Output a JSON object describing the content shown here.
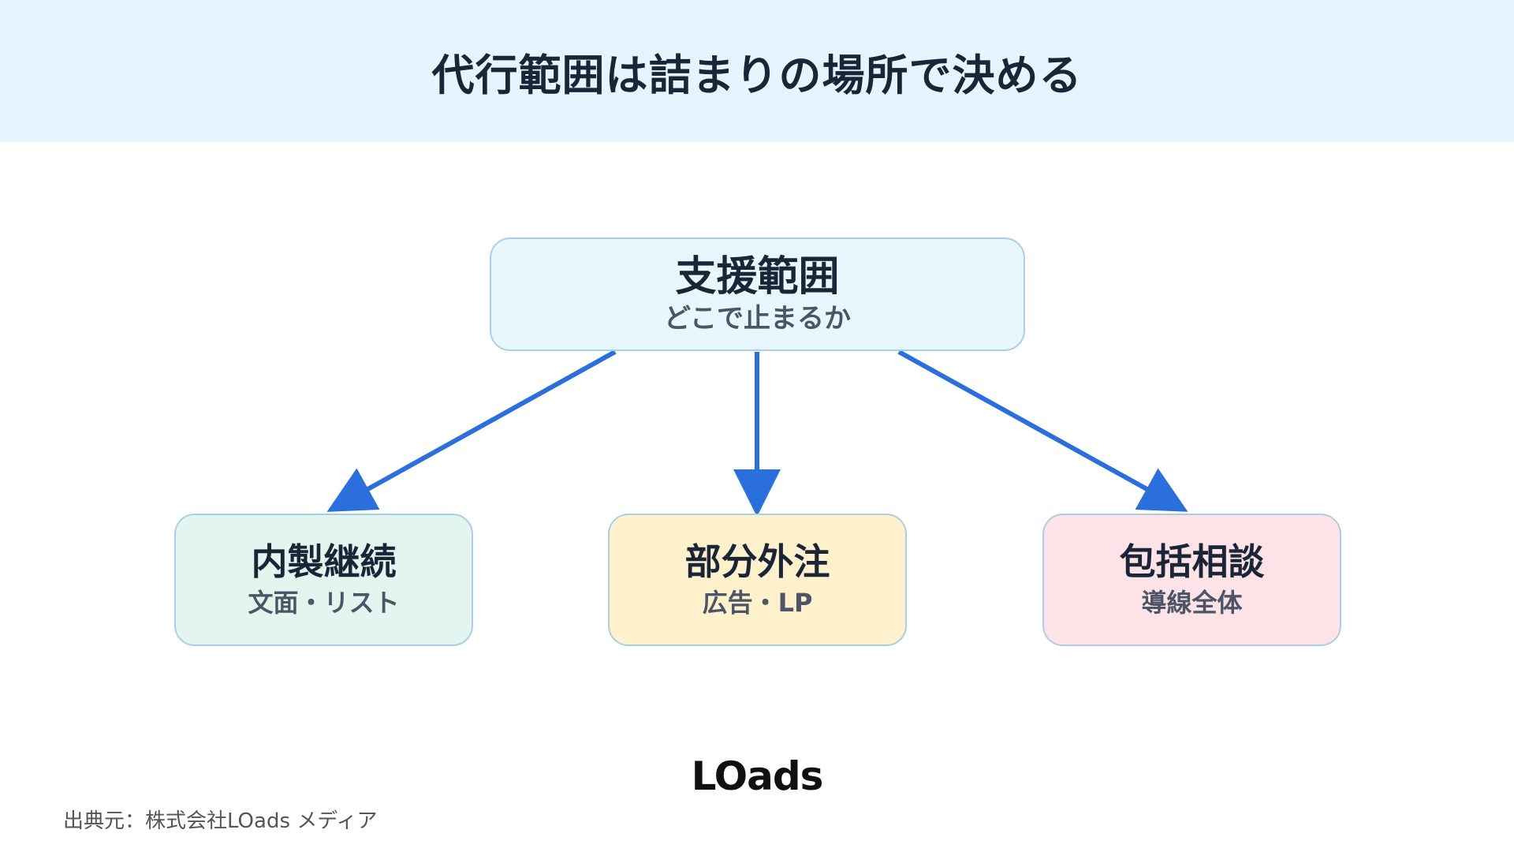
{
  "header": {
    "title": "代行範囲は詰まりの場所で決める"
  },
  "diagram": {
    "root": {
      "title": "支援範囲",
      "subtitle": "どこで止まるか",
      "fill": "#e6f7fd"
    },
    "children": [
      {
        "title": "内製継続",
        "subtitle": "文面・リスト",
        "fill": "#e2f6ef"
      },
      {
        "title": "部分外注",
        "subtitle": "広告・LP",
        "fill": "#fff1cc"
      },
      {
        "title": "包括相談",
        "subtitle": "導線全体",
        "fill": "#fde2e7"
      }
    ],
    "arrow_color": "#2a6fdb",
    "border_color": "#a9cfe8"
  },
  "footer": {
    "logo": "LOads",
    "source": "出典元：株式会社LOads メディア"
  }
}
